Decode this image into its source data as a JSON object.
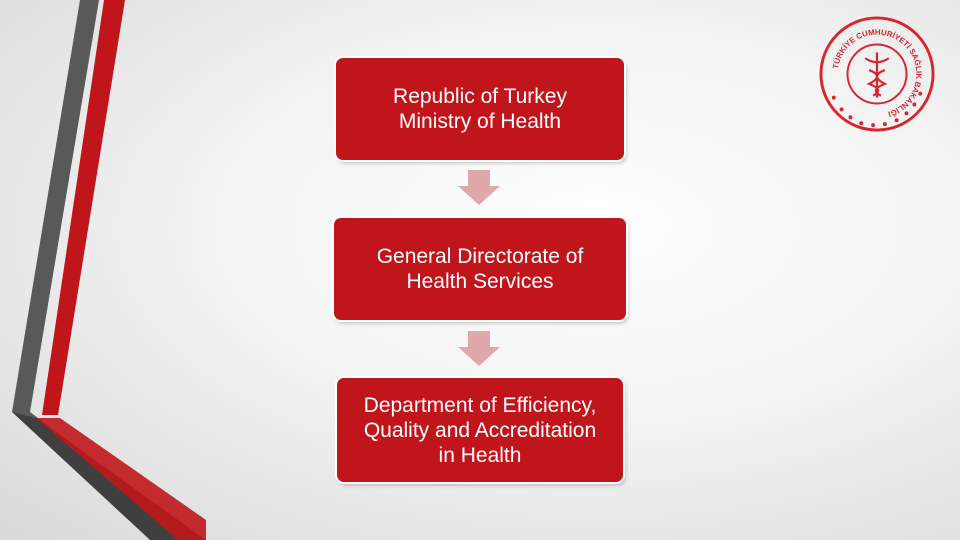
{
  "colors": {
    "box_fill": "#c0161b",
    "arrow_fill": "#dfa9ab",
    "stripe_red": "#c0161b",
    "stripe_gray": "#595959",
    "logo_red": "#d9262e"
  },
  "logo": {
    "icon": "ministry-of-health-seal-icon",
    "ring_text": "TÜRKİYE CUMHURİYETİ SAĞLIK BAKANLIĞI"
  },
  "diagram": {
    "nodes": [
      {
        "label": "Republic of Turkey\nMinistry of Health"
      },
      {
        "label": "General Directorate of\nHealth Services"
      },
      {
        "label": "Department of Efficiency,\nQuality and Accreditation\nin Health"
      }
    ],
    "edges": [
      {
        "from": 0,
        "to": 1
      },
      {
        "from": 1,
        "to": 2
      }
    ]
  }
}
